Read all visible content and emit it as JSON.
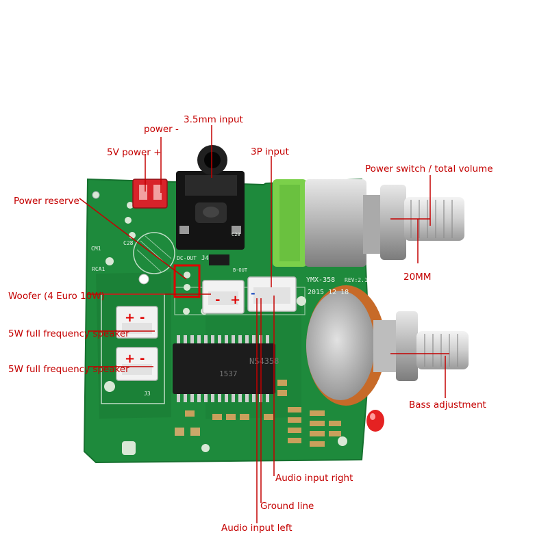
{
  "labels": {
    "jack_input": "3.5mm input",
    "power_minus": "power -",
    "power_plus": "5V power +",
    "three_p_input": "3P input",
    "power_switch": "Power switch / total volume",
    "power_reserve": "Power reserve",
    "twenty_mm": "20MM",
    "woofer": "Woofer (4 Euro 10W)",
    "speaker_top": "5W full frequency speaker",
    "speaker_bottom": "5W full frequency speaker",
    "bass": "Bass adjustment",
    "audio_right": "Audio input right",
    "ground": "Ground line",
    "audio_left": "Audio input left"
  },
  "board_text": {
    "model": "YMX-358",
    "revision": "REV:2.1",
    "date": "2015 12 18",
    "chip_line1": "NS4358",
    "chip_line2": "1537",
    "dc_out": "DC-OUT",
    "j4": "J4",
    "b_out": "B-OUT",
    "c20": "C20",
    "c28": "C28",
    "cm1": "CM1",
    "rca1": "RCA1",
    "j3": "J3",
    "sign_plus": "+",
    "sign_minus": "-"
  },
  "colors": {
    "pcb": "#1e8a3c",
    "pcb_dark": "#16702f",
    "silk": "#e9f3ea",
    "annotation": "#c40000",
    "connector_red": "#d8232a",
    "pot_green": "#7bd04a",
    "pot_orange": "#c76a28"
  }
}
